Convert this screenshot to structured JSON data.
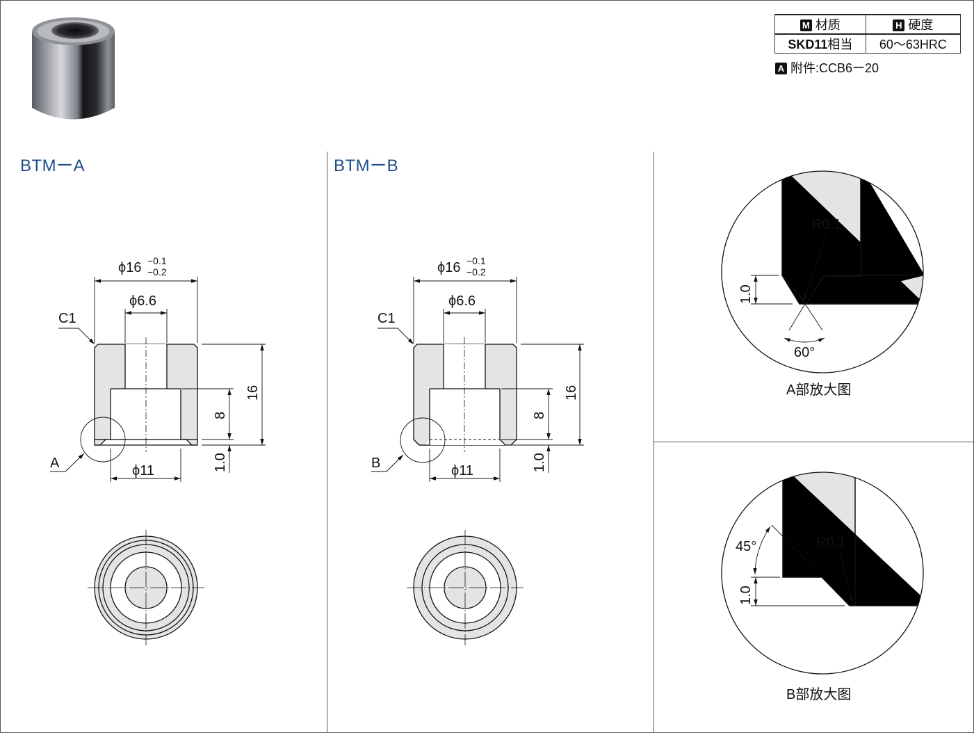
{
  "spec_table": {
    "material_badge": "M",
    "material_header": "材质",
    "hardness_badge": "H",
    "hardness_header": "硬度",
    "material_value_bold": "SKD11",
    "material_value_rest": "相当",
    "hardness_value": "60～63HRC"
  },
  "accessory": {
    "badge": "A",
    "label": "附件:CCB6ー20"
  },
  "views": {
    "btm_a": {
      "title": "BTMーA",
      "outer_dia": "ϕ16",
      "tol_upper": "−0.1",
      "tol_lower": "−0.2",
      "bore_top": "ϕ6.6",
      "bore_bottom": "ϕ11",
      "chamfer": "C1",
      "height": "16",
      "counterbore_depth": "8",
      "bottom_offset": "1.0",
      "detail_marker": "A"
    },
    "btm_b": {
      "title": "BTMーB",
      "outer_dia": "ϕ16",
      "tol_upper": "−0.1",
      "tol_lower": "−0.2",
      "bore_top": "ϕ6.6",
      "bore_bottom": "ϕ11",
      "chamfer": "C1",
      "height": "16",
      "counterbore_depth": "8",
      "bottom_offset": "1.0",
      "detail_marker": "B"
    }
  },
  "detail_a": {
    "radius": "R0.1",
    "offset": "1.0",
    "angle": "60°",
    "caption": "A部放大图"
  },
  "detail_b": {
    "radius": "R0.1",
    "offset": "1.0",
    "angle": "45°",
    "caption": "B部放大图"
  },
  "colors": {
    "title_blue": "#1f4e86",
    "part_fill": "#e4e4e4",
    "line": "#111111"
  }
}
